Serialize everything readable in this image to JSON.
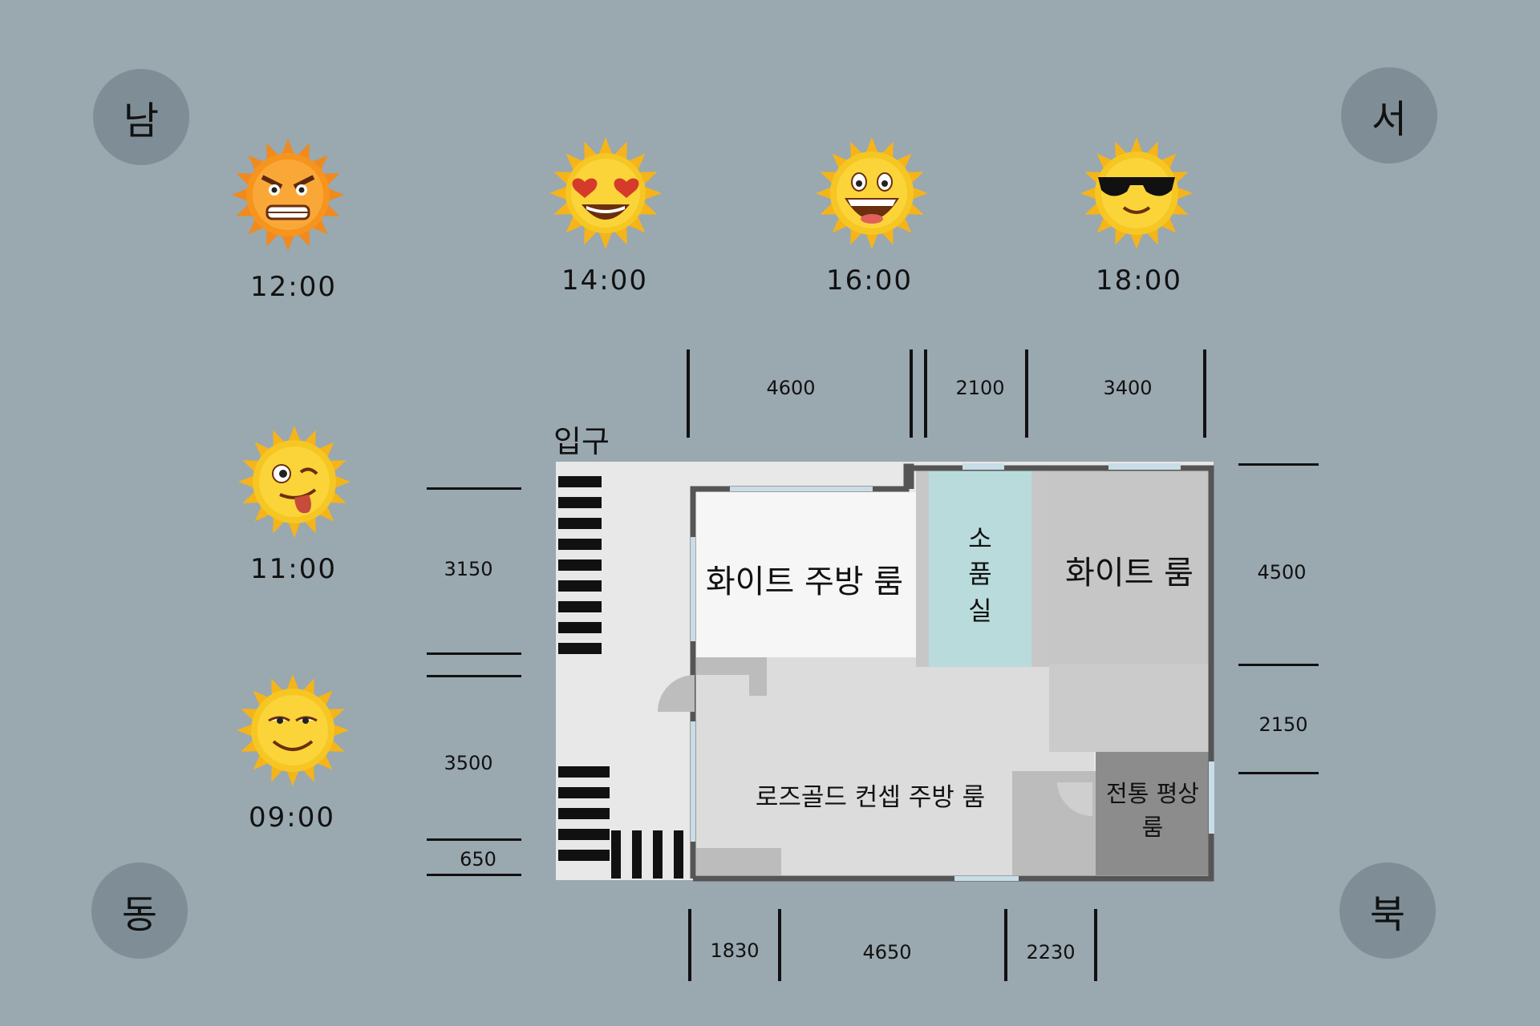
{
  "compass": {
    "south": "남",
    "west": "서",
    "east": "동",
    "north": "북"
  },
  "suns": [
    {
      "time": "12:00",
      "face": "angry-sun-icon",
      "color": "#f39a25"
    },
    {
      "time": "14:00",
      "face": "heart-eyes-sun-icon",
      "color": "#f6c623"
    },
    {
      "time": "16:00",
      "face": "laughing-sun-icon",
      "color": "#f6c623"
    },
    {
      "time": "18:00",
      "face": "sunglasses-sun-icon",
      "color": "#f6c623"
    },
    {
      "time": "11:00",
      "face": "winking-tongue-sun-icon",
      "color": "#f6c623"
    },
    {
      "time": "09:00",
      "face": "smug-sun-icon",
      "color": "#f6c623"
    }
  ],
  "entrance": "입구",
  "rooms": {
    "white_kitchen": "화이트 주방 룸",
    "storage_c1": "소",
    "storage_c2": "품",
    "storage_c3": "실",
    "white_room": "화이트 룸",
    "rosegold": "로즈골드 컨셉 주방 룸",
    "traditional": "전통 평상룸"
  },
  "dimensions": {
    "top": [
      "4600",
      "2100",
      "3400"
    ],
    "left": [
      "3150",
      "3500",
      "650"
    ],
    "right": [
      "4500",
      "2150"
    ],
    "bottom": [
      "1830",
      "4650",
      "2230"
    ]
  },
  "colors": {
    "background": "#9aa8b0",
    "compass": "#7f8e96",
    "storage": "#b9dbdb",
    "window": "#c8dde6",
    "wall": "#555555"
  }
}
